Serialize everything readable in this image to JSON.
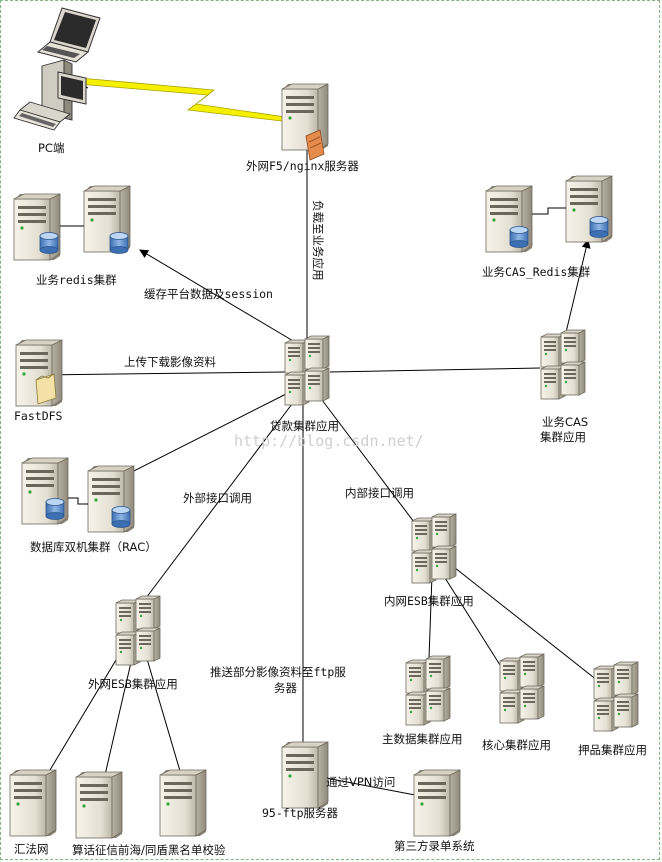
{
  "nodes": {
    "pc": "PC端",
    "nginx": "外网F5/nginx服务器",
    "redis": "业务redis集群",
    "cas_redis": "业务CAS_Redis集群",
    "fastdfs": "FastDFS",
    "loan": "贷款集群应用",
    "cas_line1": "业务CAS",
    "cas_line2": "集群应用",
    "db": "数据库双机集群（RAC）",
    "esb_in": "内网ESB集群应用",
    "esb_out": "外网ESB集群应用",
    "master": "主数据集群应用",
    "core": "核心集群应用",
    "pledge": "押品集群应用",
    "ftp": "95-ftp服务器",
    "third": "第三方录单系统",
    "court": "汇法网",
    "credit": "算话征信前海/同盾黑名单校验"
  },
  "edges": {
    "load": "负载至业务应用",
    "cache": "缓存平台数据及session",
    "upload": "上传下载影像资料",
    "external": "外部接口调用",
    "internal": "内部接口调用",
    "push_line1": "推送部分影像资料至ftp服",
    "push_line2": "务器",
    "vpn": "通过VPN访问"
  },
  "watermark": "http://blog.csdn.net/",
  "colors": {
    "server_light": "#f2efe4",
    "server_dark": "#a9a596",
    "db_blue": "#5b8fd1",
    "bolt": "#f4f000",
    "nginx_badge": "#e58b4c"
  }
}
